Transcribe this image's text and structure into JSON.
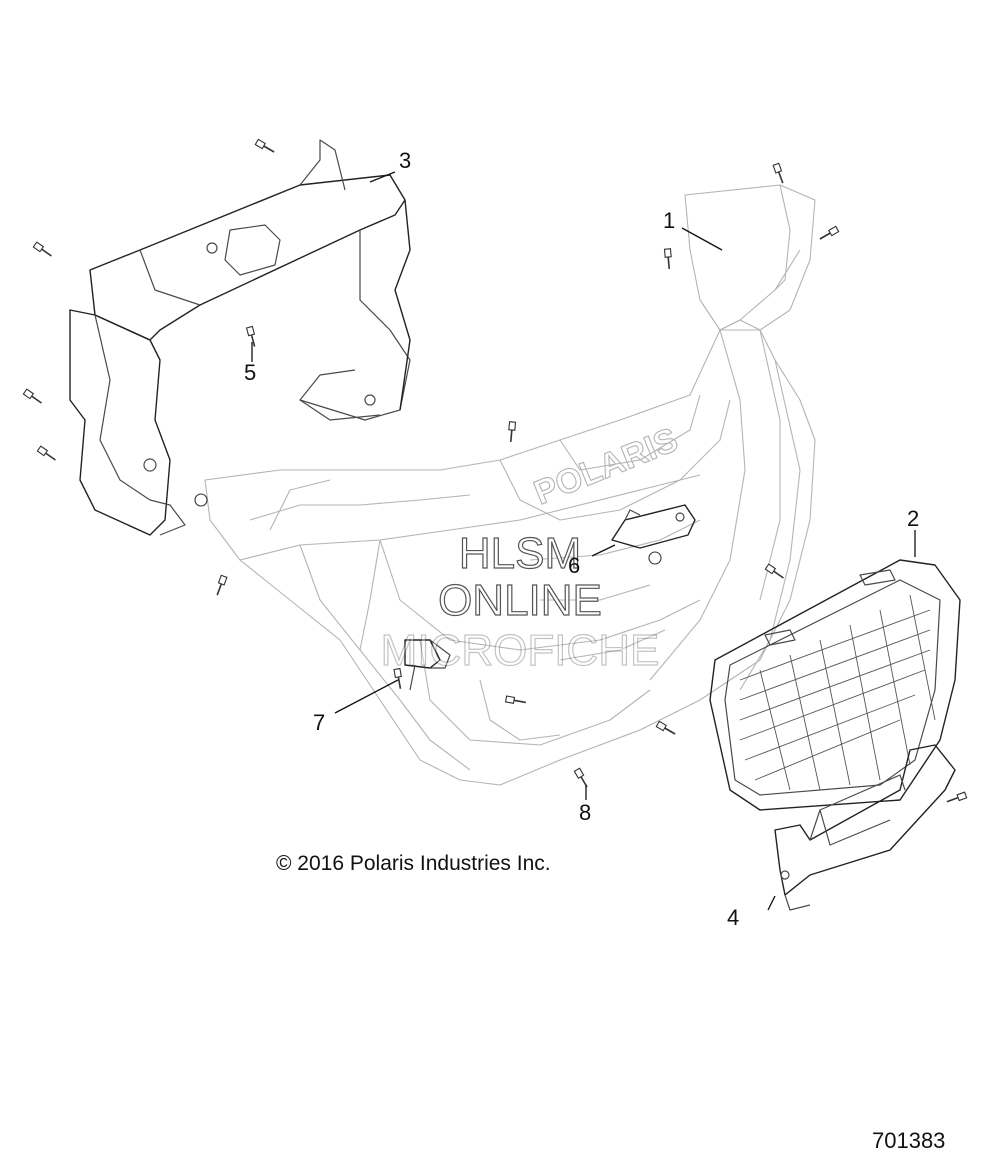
{
  "callouts": [
    "1",
    "2",
    "3",
    "4",
    "5",
    "6",
    "7",
    "8"
  ],
  "watermark": [
    "HLSM",
    "ONLINE",
    "MICROFICHE"
  ],
  "copyright": "© 2016 Polaris Industries Inc.",
  "figure_id": "701383",
  "bumper_logo": "POLARIS"
}
